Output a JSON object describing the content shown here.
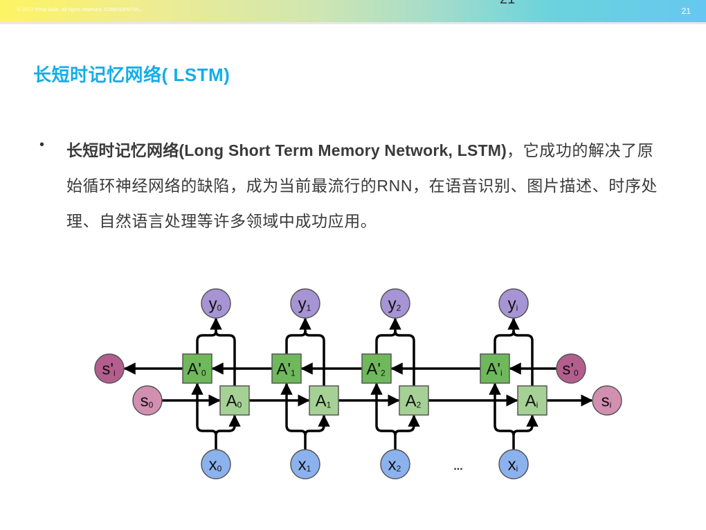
{
  "header": {
    "copyright": "© 2017 Trina Solar. All rights reserved. CONFIDENTIAL.",
    "page_number": "21",
    "page_number_ghost": "21",
    "gradient_colors": [
      "#fdf463",
      "#cfe6b2",
      "#6ad3dc",
      "#66c8f0"
    ]
  },
  "slide": {
    "title": "长短时记忆网络( LSTM)",
    "title_color": "#12aee8",
    "bullet": {
      "bold_text": "长短时记忆网络(Long Short Term Memory Network, LSTM)",
      "rest_text": "，它成功的解决了原始循环神经网络的缺陷，成为当前最流行的RNN，在语音识别、图片描述、时序处理、自然语言处理等许多领域中成功应用。"
    }
  },
  "diagram": {
    "description": "Bidirectional RNN / LSTM unrolled",
    "colors": {
      "forward_cell": "#a6d196",
      "backward_cell": "#6fb85c",
      "output_node": "#a694d4",
      "input_node": "#8cb2ee",
      "forward_state": "#d28fb0",
      "backward_state": "#b45e8e",
      "line": "#000000"
    },
    "columns": [
      {
        "y": "y",
        "y_sub": "0",
        "x": "x",
        "x_sub": "0",
        "A": "A",
        "A_sub": "0",
        "Ab": "A'",
        "Ab_sub": "0"
      },
      {
        "y": "y",
        "y_sub": "1",
        "x": "x",
        "x_sub": "1",
        "A": "A",
        "A_sub": "1",
        "Ab": "A'",
        "Ab_sub": "1"
      },
      {
        "y": "y",
        "y_sub": "2",
        "x": "x",
        "x_sub": "2",
        "A": "A",
        "A_sub": "2",
        "Ab": "A'",
        "Ab_sub": "2"
      },
      {
        "y": "y",
        "y_sub": "i",
        "x": "x",
        "x_sub": "i",
        "A": "A",
        "A_sub": "i",
        "Ab": "A'",
        "Ab_sub": "i"
      }
    ],
    "states": {
      "backward_out": {
        "main": "s'",
        "sub": "i"
      },
      "forward_in": {
        "main": "s",
        "sub": "0"
      },
      "backward_in": {
        "main": "s'",
        "sub": "0"
      },
      "forward_out": {
        "main": "s",
        "sub": "i"
      }
    },
    "ellipsis": "..."
  }
}
